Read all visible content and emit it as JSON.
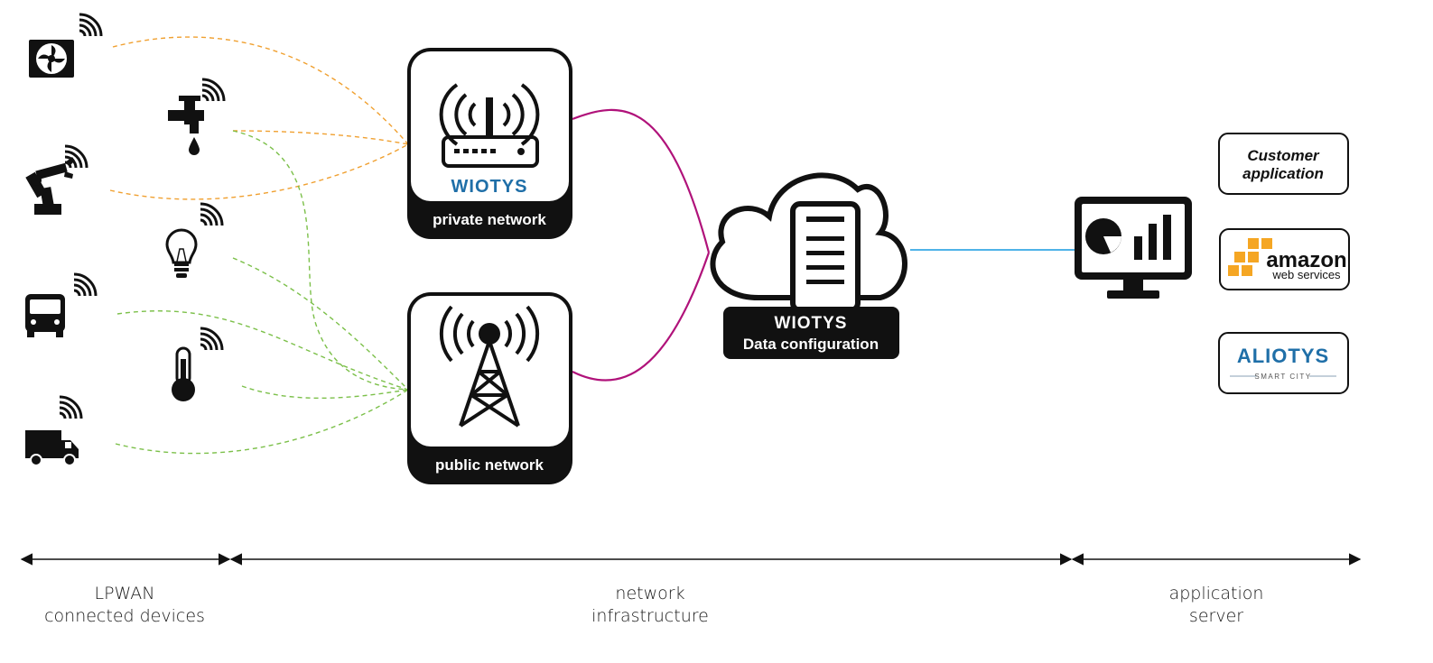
{
  "colors": {
    "device_to_private": "#f0a030",
    "device_to_public": "#7cc04a",
    "network_to_cloud": "#b0127a",
    "cloud_to_server": "#4fb3e8",
    "wiotys_blue": "#1f6fa8",
    "amazon_orange": "#f5a623"
  },
  "devices": [
    {
      "icon": "fan-icon",
      "network": "private"
    },
    {
      "icon": "faucet-icon",
      "network": "private+public"
    },
    {
      "icon": "robot-arm-icon",
      "network": "private"
    },
    {
      "icon": "lightbulb-icon",
      "network": "public"
    },
    {
      "icon": "bus-icon",
      "network": "public"
    },
    {
      "icon": "thermometer-icon",
      "network": "public"
    },
    {
      "icon": "truck-icon",
      "network": "public"
    }
  ],
  "networks": {
    "private": {
      "caption": "private network",
      "logo": "WIOTYS",
      "icon": "router-icon"
    },
    "public": {
      "caption": "public network",
      "icon": "antenna-tower-icon"
    }
  },
  "cloud": {
    "logo": "WIOTYS",
    "caption": "Data configuration",
    "icon": "cloud-server-icon"
  },
  "server": {
    "icon": "dashboard-monitor-icon"
  },
  "applications": {
    "customer": {
      "line1": "Customer",
      "line2": "application"
    },
    "amazon": {
      "line1": "amazon",
      "line2": "web services"
    },
    "aliotys": {
      "logo": "ALIOTYS",
      "tagline": "SMART CITY"
    }
  },
  "sections": [
    {
      "line1": "LPWAN",
      "line2": "connected devices"
    },
    {
      "line1": "network",
      "line2": "infrastructure"
    },
    {
      "line1": "application",
      "line2": "server"
    }
  ]
}
